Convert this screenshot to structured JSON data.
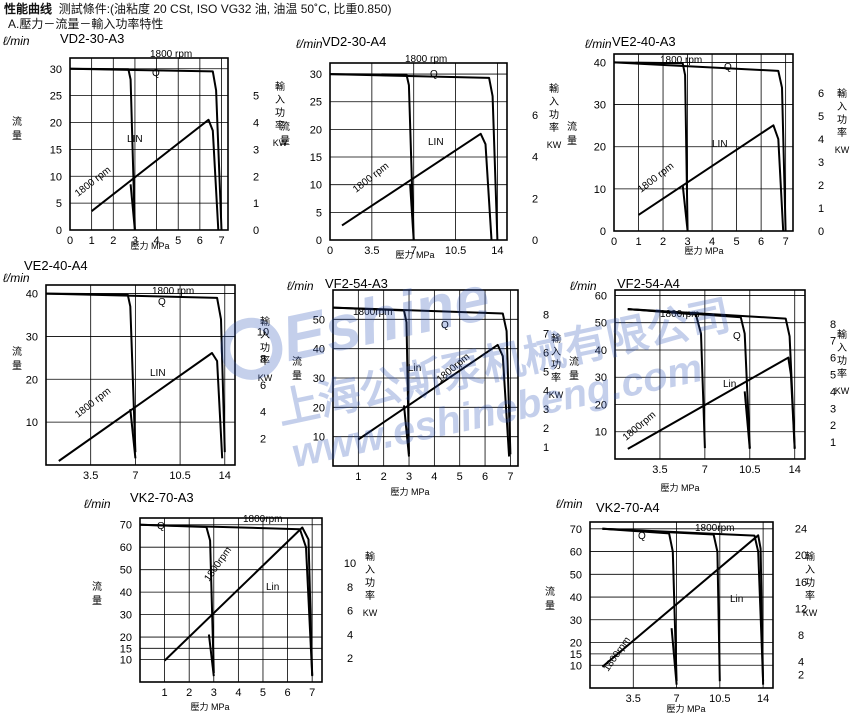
{
  "header": {
    "title": "性能曲线",
    "conditions": "测試條件:(油粘度 20 CSt, ISO VG32 油, 油温 50˚C, 比重0.850)",
    "section": "A.壓力－流量－輸入功率特性"
  },
  "labels": {
    "y_unit": "ℓ/min",
    "y_name": [
      "流",
      "量"
    ],
    "power_name": [
      "輸",
      "入",
      "功",
      "率"
    ],
    "power_unit": "KW",
    "x_label": "壓力 MPa"
  },
  "watermark": {
    "brand": "Eshine",
    "company": "上海公斯泵机械有限公司",
    "url": "www.eshinebeng.com"
  },
  "chart_data": [
    {
      "type": "line",
      "title": "VD2-30-A3",
      "xlabel": "壓力 MPa",
      "xlim": [
        0,
        7.3
      ],
      "x_ticks": [
        0,
        1,
        2,
        3,
        4,
        5,
        6,
        7
      ],
      "ylim": [
        0,
        32
      ],
      "y_ticks": [
        0,
        5,
        10,
        15,
        20,
        25,
        30
      ],
      "power_lim": [
        0,
        6.4
      ],
      "power_ticks": [
        0,
        1,
        2,
        3,
        4,
        5
      ],
      "annotations": [
        "1800 rpm",
        "Q",
        "LIN",
        "1800 rpm"
      ],
      "series": [
        {
          "name": "Q",
          "axis": "flow",
          "points": [
            [
              0,
              30
            ],
            [
              2.7,
              29.9
            ],
            [
              2.8,
              28
            ],
            [
              3.0,
              0
            ]
          ]
        },
        {
          "name": "Q",
          "axis": "flow",
          "points": [
            [
              0,
              30
            ],
            [
              6.6,
              29.5
            ],
            [
              6.75,
              26
            ],
            [
              7.0,
              0
            ]
          ]
        },
        {
          "name": "LIN",
          "axis": "power",
          "points": [
            [
              1,
              0.7
            ],
            [
              6.4,
              4.1
            ],
            [
              6.6,
              3.7
            ],
            [
              6.85,
              0
            ]
          ]
        },
        {
          "axis": "power",
          "points": [
            [
              2.8,
              1.7
            ],
            [
              3.0,
              0
            ]
          ]
        }
      ]
    },
    {
      "type": "line",
      "title": "VD2-30-A4",
      "xlabel": "壓力 MPa",
      "xlim": [
        0,
        14.8
      ],
      "x_ticks": [
        0,
        3.5,
        7,
        10.5,
        14
      ],
      "ylim": [
        0,
        32
      ],
      "y_ticks": [
        0,
        5,
        10,
        15,
        20,
        25,
        30
      ],
      "power_lim": [
        0,
        8.5
      ],
      "power_ticks": [
        0,
        2,
        4,
        6
      ],
      "annotations": [
        "1800 rpm",
        "Q",
        "LIN",
        "1800 rpm"
      ],
      "series": [
        {
          "name": "Q",
          "axis": "flow",
          "points": [
            [
              0,
              30
            ],
            [
              6.4,
              29.9
            ],
            [
              6.6,
              28
            ],
            [
              7.0,
              0
            ]
          ]
        },
        {
          "name": "Q",
          "axis": "flow",
          "points": [
            [
              0,
              30
            ],
            [
              13.3,
              29.3
            ],
            [
              13.6,
              26
            ],
            [
              14.0,
              0
            ]
          ]
        },
        {
          "name": "LIN",
          "axis": "power",
          "points": [
            [
              1.0,
              0.7
            ],
            [
              12.6,
              5.1
            ],
            [
              13.0,
              4.6
            ],
            [
              13.5,
              0
            ]
          ]
        },
        {
          "axis": "power",
          "points": [
            [
              6.7,
              2.7
            ],
            [
              7.0,
              0
            ]
          ]
        }
      ]
    },
    {
      "type": "line",
      "title": "VE2-40-A3",
      "xlabel": "壓力 MPa",
      "xlim": [
        0,
        7.3
      ],
      "x_ticks": [
        0,
        1,
        2,
        3,
        4,
        5,
        6,
        7
      ],
      "ylim": [
        0,
        42
      ],
      "y_ticks": [
        0,
        10,
        20,
        30,
        40
      ],
      "power_lim": [
        0,
        7.7
      ],
      "power_ticks": [
        0,
        1,
        2,
        3,
        4,
        5,
        6
      ],
      "annotations": [
        "1800 rpm",
        "Q",
        "LIN",
        "1800 rpm"
      ],
      "series": [
        {
          "name": "Q",
          "axis": "flow",
          "points": [
            [
              0,
              40
            ],
            [
              2.8,
              39.8
            ],
            [
              2.9,
              37
            ],
            [
              3.0,
              0
            ]
          ]
        },
        {
          "name": "Q",
          "axis": "flow",
          "points": [
            [
              0,
              40
            ],
            [
              6.7,
              38
            ],
            [
              6.85,
              34
            ],
            [
              7.0,
              0
            ]
          ]
        },
        {
          "name": "LIN",
          "axis": "power",
          "points": [
            [
              1.0,
              0.7
            ],
            [
              6.5,
              4.6
            ],
            [
              6.7,
              4.0
            ],
            [
              6.9,
              0
            ]
          ]
        },
        {
          "axis": "power",
          "points": [
            [
              2.8,
              2.0
            ],
            [
              3.0,
              0
            ]
          ]
        }
      ]
    },
    {
      "type": "line",
      "title": "VE2-40-A4",
      "xlabel": "",
      "xlim": [
        0,
        14.8
      ],
      "x_ticks": [
        3.5,
        7,
        10.5,
        14
      ],
      "ylim": [
        0,
        42
      ],
      "y_ticks": [
        10,
        20,
        30,
        40
      ],
      "power_lim": [
        0,
        13.5
      ],
      "power_ticks": [
        2,
        4,
        6,
        8,
        10
      ],
      "annotations": [
        "1800 rpm",
        "Q",
        "LIN",
        "1800 rpm"
      ],
      "series": [
        {
          "name": "Q",
          "axis": "flow",
          "points": [
            [
              0,
              40
            ],
            [
              6.4,
              39.8
            ],
            [
              6.6,
              37
            ],
            [
              7.0,
              3
            ]
          ]
        },
        {
          "name": "Q",
          "axis": "flow",
          "points": [
            [
              0,
              40
            ],
            [
              13.4,
              39
            ],
            [
              13.7,
              34
            ],
            [
              14.0,
              3
            ]
          ]
        },
        {
          "name": "LIN",
          "axis": "power",
          "points": [
            [
              1.0,
              0.3
            ],
            [
              13.0,
              8.4
            ],
            [
              13.4,
              7.8
            ],
            [
              13.8,
              0.5
            ]
          ]
        },
        {
          "axis": "power",
          "points": [
            [
              6.6,
              4.2
            ],
            [
              7.0,
              0.5
            ]
          ]
        }
      ]
    },
    {
      "type": "line",
      "title": "VF2-54-A3",
      "xlabel": "壓力 MPa",
      "xlim": [
        0,
        7.3
      ],
      "x_ticks": [
        1,
        2,
        3,
        4,
        5,
        6,
        7
      ],
      "ylim": [
        0,
        60
      ],
      "y_ticks": [
        10,
        20,
        30,
        40,
        50
      ],
      "power_lim": [
        0,
        9.3
      ],
      "power_ticks": [
        1,
        2,
        3,
        4,
        5,
        6,
        7,
        8
      ],
      "annotations": [
        "1800rpm",
        "Q",
        "Lin",
        "1800rpm"
      ],
      "series": [
        {
          "name": "Q",
          "axis": "flow",
          "points": [
            [
              0,
              54
            ],
            [
              2.8,
              53
            ],
            [
              2.9,
              49
            ],
            [
              3.0,
              4
            ]
          ]
        },
        {
          "name": "Q",
          "axis": "flow",
          "points": [
            [
              0,
              54
            ],
            [
              6.7,
              52
            ],
            [
              6.85,
              46
            ],
            [
              7.0,
              4
            ]
          ]
        },
        {
          "name": "Lin",
          "axis": "power",
          "points": [
            [
              1.0,
              1.4
            ],
            [
              6.5,
              6.4
            ],
            [
              6.7,
              5.8
            ],
            [
              6.95,
              0.5
            ]
          ]
        },
        {
          "axis": "power",
          "points": [
            [
              2.8,
              3.2
            ],
            [
              3.0,
              0.5
            ]
          ]
        }
      ]
    },
    {
      "type": "line",
      "title": "VF2-54-A4",
      "xlabel": "壓力 MPa",
      "xlim": [
        0,
        14.8
      ],
      "x_ticks": [
        3.5,
        7,
        10.5,
        14
      ],
      "ylim": [
        0,
        62
      ],
      "y_ticks": [
        10,
        20,
        30,
        40,
        50,
        60
      ],
      "power_lim": [
        0,
        10
      ],
      "power_ticks": [
        1,
        2,
        3,
        4,
        5,
        6,
        7,
        8
      ],
      "annotations": [
        "1800rpm",
        "Q",
        "Lin",
        "1800rpm"
      ],
      "series": [
        {
          "name": "Q",
          "axis": "flow",
          "points": [
            [
              1.0,
              55
            ],
            [
              6.3,
              53
            ],
            [
              6.7,
              46
            ],
            [
              7.0,
              4
            ]
          ]
        },
        {
          "name": "Q",
          "axis": "flow",
          "points": [
            [
              1.0,
              55
            ],
            [
              9.8,
              52
            ],
            [
              10.1,
              46
            ],
            [
              10.5,
              4
            ]
          ]
        },
        {
          "name": "Q",
          "axis": "flow",
          "points": [
            [
              1.0,
              55
            ],
            [
              13.3,
              51.5
            ],
            [
              13.6,
              45
            ],
            [
              14.0,
              4
            ]
          ]
        },
        {
          "name": "Lin",
          "axis": "power",
          "points": [
            [
              1.0,
              0.6
            ],
            [
              13.5,
              6.0
            ],
            [
              13.7,
              5.0
            ],
            [
              14.0,
              0.6
            ]
          ]
        },
        {
          "axis": "power",
          "points": [
            [
              10.1,
              4.0
            ],
            [
              10.5,
              0.6
            ]
          ]
        }
      ]
    },
    {
      "type": "line",
      "title": "VK2-70-A3",
      "xlabel": "壓力 MPa",
      "xlim": [
        0,
        7.4
      ],
      "x_ticks": [
        1,
        2,
        3,
        4,
        5,
        6,
        7
      ],
      "ylim": [
        0,
        73
      ],
      "y_ticks": [
        10,
        15,
        20,
        30,
        40,
        50,
        60,
        70
      ],
      "power_lim": [
        0,
        13.8
      ],
      "power_ticks": [
        2,
        4,
        6,
        8,
        10
      ],
      "annotations": [
        "1800rpm",
        "Q",
        "Lin",
        "1800rpm"
      ],
      "series": [
        {
          "name": "Q",
          "axis": "flow",
          "points": [
            [
              0,
              70
            ],
            [
              2.7,
              69
            ],
            [
              2.85,
              63
            ],
            [
              3.0,
              4
            ]
          ]
        },
        {
          "name": "Q",
          "axis": "flow",
          "points": [
            [
              0,
              70
            ],
            [
              6.5,
              68
            ],
            [
              6.75,
              60
            ],
            [
              7.0,
              3
            ]
          ]
        },
        {
          "name": "Lin",
          "axis": "power",
          "points": [
            [
              1.0,
              1.8
            ],
            [
              6.6,
              13.0
            ],
            [
              6.85,
              12.0
            ],
            [
              7.0,
              0.5
            ]
          ]
        },
        {
          "axis": "power",
          "points": [
            [
              2.8,
              4.0
            ],
            [
              3.0,
              0.5
            ]
          ]
        }
      ]
    },
    {
      "type": "line",
      "title": "VK2-70-A4",
      "xlabel": "壓力 MPa",
      "xlim": [
        0,
        14.8
      ],
      "x_ticks": [
        3.5,
        7,
        10.5,
        14
      ],
      "ylim": [
        0,
        73
      ],
      "y_ticks": [
        10,
        15,
        20,
        30,
        40,
        50,
        60,
        70
      ],
      "power_lim": [
        0,
        25
      ],
      "power_ticks": [
        2,
        4,
        8,
        12,
        16,
        20,
        24
      ],
      "annotations": [
        "1800rpm",
        "Q",
        "Lin",
        "1800rpm"
      ],
      "series": [
        {
          "name": "Q",
          "axis": "flow",
          "points": [
            [
              1.0,
              70
            ],
            [
              6.4,
              68
            ],
            [
              6.7,
              60
            ],
            [
              7.0,
              3
            ]
          ]
        },
        {
          "name": "Q",
          "axis": "flow",
          "points": [
            [
              1.0,
              70
            ],
            [
              10.0,
              67.5
            ],
            [
              10.3,
              60
            ],
            [
              10.5,
              3
            ]
          ]
        },
        {
          "name": "Q",
          "axis": "flow",
          "points": [
            [
              1.0,
              70
            ],
            [
              13.3,
              67
            ],
            [
              13.6,
              60
            ],
            [
              14.0,
              3
            ]
          ]
        },
        {
          "name": "Lin",
          "axis": "power",
          "points": [
            [
              1.0,
              3.2
            ],
            [
              13.6,
              23
            ],
            [
              13.8,
              21
            ],
            [
              14.0,
              0.5
            ]
          ]
        },
        {
          "axis": "power",
          "points": [
            [
              6.6,
              9.0
            ],
            [
              7.0,
              0.5
            ]
          ]
        }
      ]
    }
  ]
}
